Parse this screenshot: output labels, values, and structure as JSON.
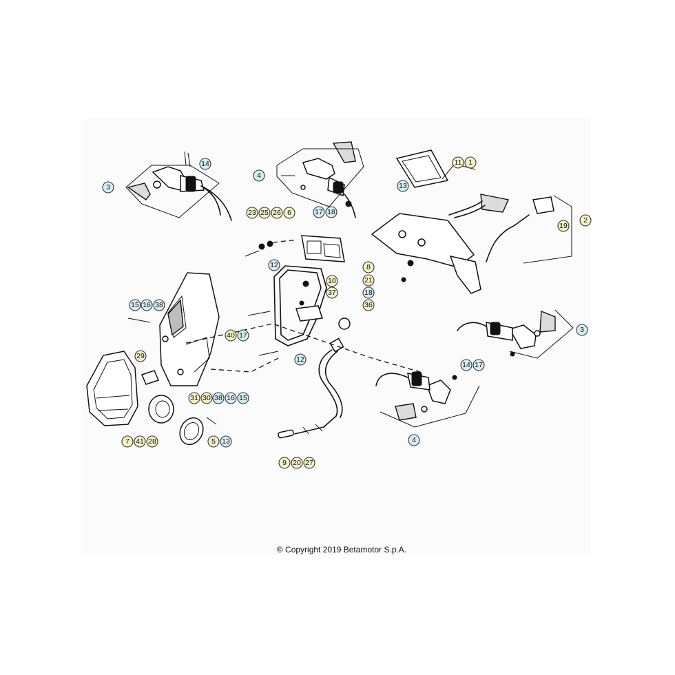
{
  "copyright": "© Copyright 2019 Betamotor S.p.A.",
  "colors": {
    "callout_blue": "#d4eef5",
    "callout_yellow": "#f6f0c6",
    "line": "#111111"
  },
  "callouts": [
    {
      "n": "3",
      "c": "blue"
    },
    {
      "n": "14",
      "c": "blue"
    },
    {
      "n": "4",
      "c": "blue"
    },
    {
      "n": "17",
      "c": "blue"
    },
    {
      "n": "18",
      "c": "blue"
    },
    {
      "n": "11",
      "c": "yellow"
    },
    {
      "n": "1",
      "c": "yellow"
    },
    {
      "n": "13",
      "c": "blue"
    },
    {
      "n": "2",
      "c": "yellow"
    },
    {
      "n": "19",
      "c": "yellow"
    },
    {
      "n": "23",
      "c": "yellow"
    },
    {
      "n": "25",
      "c": "yellow"
    },
    {
      "n": "26",
      "c": "yellow"
    },
    {
      "n": "6",
      "c": "yellow"
    },
    {
      "n": "12",
      "c": "blue"
    },
    {
      "n": "10",
      "c": "yellow"
    },
    {
      "n": "37",
      "c": "yellow"
    },
    {
      "n": "8",
      "c": "yellow"
    },
    {
      "n": "21",
      "c": "yellow"
    },
    {
      "n": "18",
      "c": "blue"
    },
    {
      "n": "36",
      "c": "yellow"
    },
    {
      "n": "15",
      "c": "blue"
    },
    {
      "n": "16",
      "c": "blue"
    },
    {
      "n": "38",
      "c": "blue"
    },
    {
      "n": "40",
      "c": "yellow"
    },
    {
      "n": "17",
      "c": "blue"
    },
    {
      "n": "3",
      "c": "blue"
    },
    {
      "n": "29",
      "c": "yellow"
    },
    {
      "n": "12",
      "c": "blue"
    },
    {
      "n": "14",
      "c": "blue"
    },
    {
      "n": "17",
      "c": "blue"
    },
    {
      "n": "31",
      "c": "yellow"
    },
    {
      "n": "30",
      "c": "yellow"
    },
    {
      "n": "38",
      "c": "blue"
    },
    {
      "n": "16",
      "c": "blue"
    },
    {
      "n": "15",
      "c": "blue"
    },
    {
      "n": "7",
      "c": "yellow"
    },
    {
      "n": "41",
      "c": "yellow"
    },
    {
      "n": "28",
      "c": "yellow"
    },
    {
      "n": "5",
      "c": "yellow"
    },
    {
      "n": "13",
      "c": "blue"
    },
    {
      "n": "4",
      "c": "blue"
    },
    {
      "n": "9",
      "c": "yellow"
    },
    {
      "n": "20",
      "c": "yellow"
    },
    {
      "n": "27",
      "c": "yellow"
    }
  ]
}
